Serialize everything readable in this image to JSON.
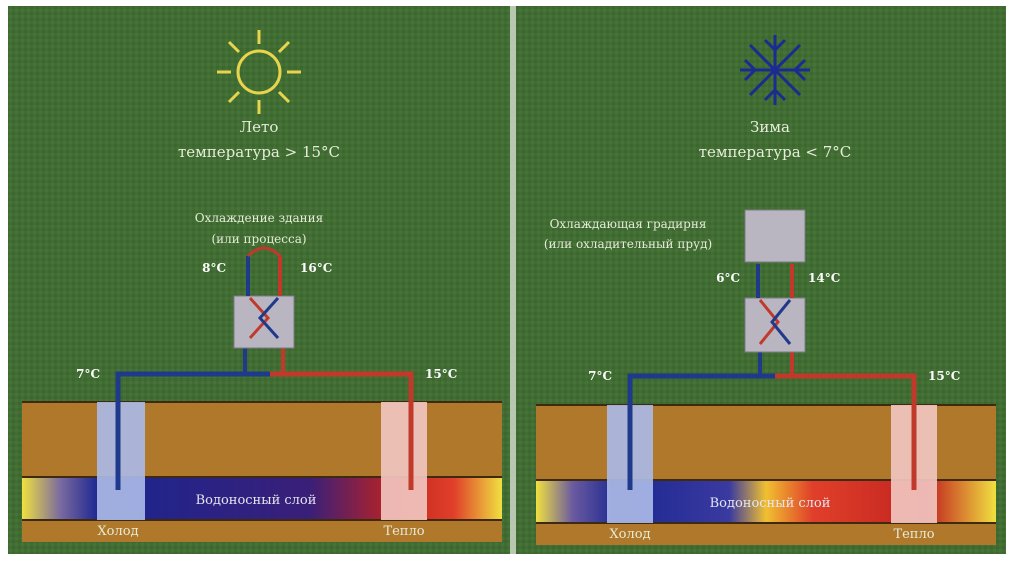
{
  "summer": {
    "season": "Лето",
    "condition": "температура > 15°C",
    "consumer": [
      "Охлаждение здания",
      "(или процесса)"
    ],
    "hx_in": "8°C",
    "hx_out": "16°C",
    "pipe_cold": "7°C",
    "pipe_warm": "15°C",
    "aquifer": "Водоносный слой",
    "well_cold": "Холод",
    "well_warm": "Тепло"
  },
  "winter": {
    "season": "Зима",
    "condition": "температура < 7°C",
    "consumer": [
      "Охлаждающая градирня",
      "(или охладительный пруд)"
    ],
    "hx_in": "6°C",
    "hx_out": "14°C",
    "pipe_cold": "7°C",
    "pipe_warm": "15°C",
    "aquifer": "Водоносный слой",
    "well_cold": "Холод",
    "well_warm": "Тепло"
  },
  "colors": {
    "background": "#3f6b31",
    "cold_pipe": "#1f3a8a",
    "warm_pipe": "#c0392b",
    "sun": "#e8d44d",
    "snowflake": "#1c2b8f",
    "soil": "#b0782a",
    "cold_well": "#aab8e6",
    "warm_well": "#f1c6c0"
  }
}
